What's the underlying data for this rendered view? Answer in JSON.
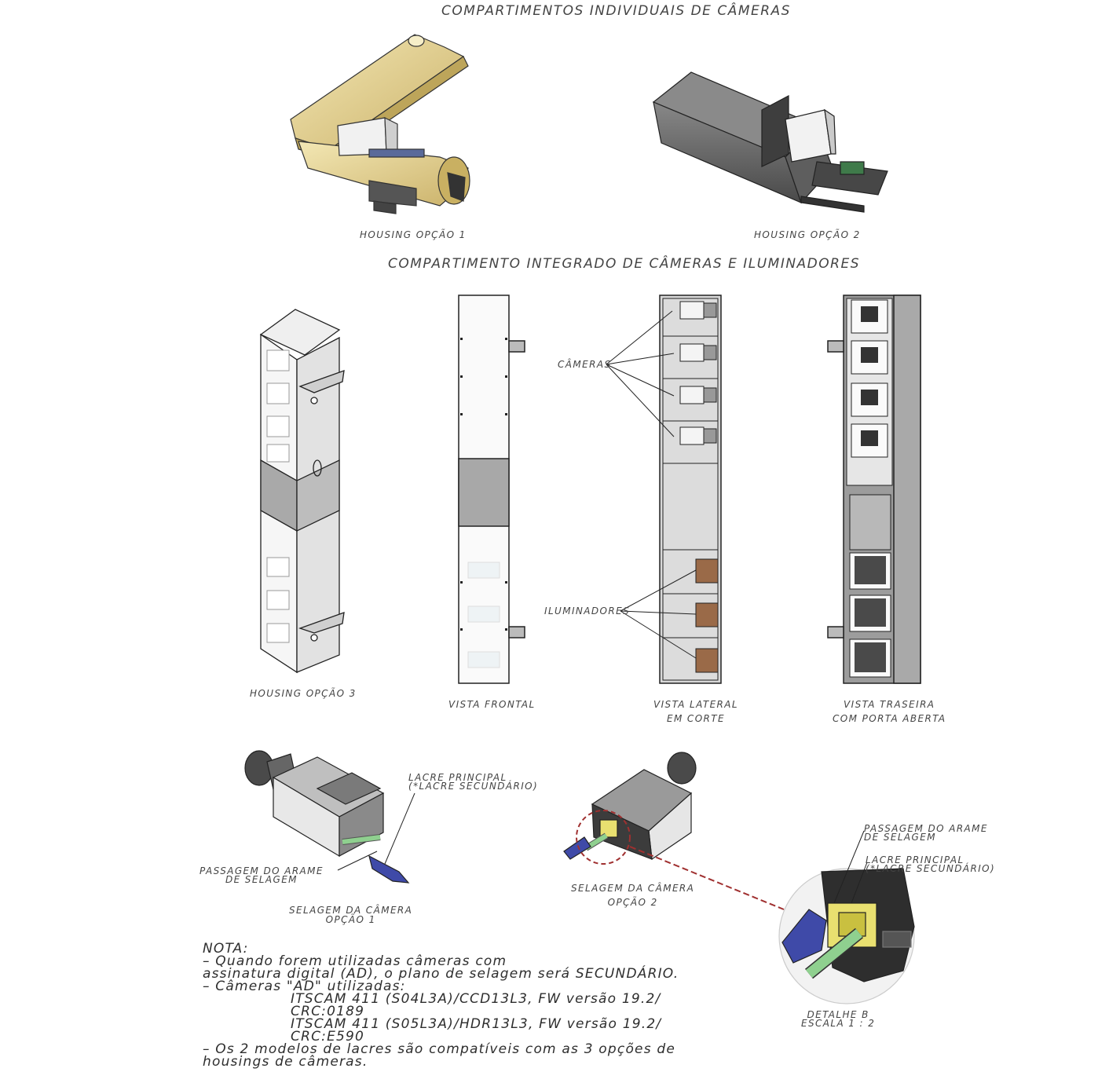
{
  "headings": {
    "individual": "COMPARTIMENTOS INDIVIDUAIS DE CÂMERAS",
    "integrated": "COMPARTIMENTO INTEGRADO DE CÂMERAS E ILUMINADORES"
  },
  "housing_labels": {
    "opt1": "HOUSING OPÇÃO 1",
    "opt2": "HOUSING OPÇÃO 2",
    "opt3": "HOUSING OPÇÃO 3"
  },
  "view_labels": {
    "frontal": "VISTA FRONTAL",
    "lateral_l1": "VISTA LATERAL",
    "lateral_l2": "EM CORTE",
    "traseira_l1": "VISTA TRASEIRA",
    "traseira_l2": "COM PORTA ABERTA"
  },
  "callouts": {
    "cameras": "CÂMERAS",
    "iluminadores": "ILUMINADORES",
    "lacre_l1": "LACRE PRINCIPAL",
    "lacre_l2": "(*LACRE SECUNDÁRIO)",
    "passagem_l1": "PASSAGEM DO ARAME",
    "passagem_l2": "DE SELAGEM",
    "selagem1_l1": "SELAGEM DA CÂMERA",
    "selagem1_l2": "OPÇÃO 1",
    "selagem2_l1": "SELAGEM DA CÂMERA",
    "selagem2_l2": "OPÇÃO 2",
    "det_passagem_l1": "PASSAGEM DO ARAME",
    "det_passagem_l2": "DE SELAGEM",
    "det_lacre_l1": "LACRE PRINCIPAL",
    "det_lacre_l2": "(*LACRE SECUNDÁRIO)",
    "detalhe_l1": "DETALHE B",
    "detalhe_l2": "ESCALA 1 : 2"
  },
  "note": {
    "title": "NOTA:",
    "line1": "– Quando forem utilizadas câmeras com",
    "line2": "assinatura digital (AD), o plano de selagem será SECUNDÁRIO.",
    "line3": "– Câmeras \"AD\" utilizadas:",
    "line4": "ITSCAM 411 (S04L3A)/CCD13L3, FW versão 19.2/",
    "line5": "CRC:0189",
    "line6": "ITSCAM 411 (S05L3A)/HDR13L3, FW versão 19.2/",
    "line7": "CRC:E590",
    "line8": "– Os 2 modelos de lacres são compatíveis com as 3 opções de",
    "line9": "housings de câmeras."
  },
  "colors": {
    "housing1": "#e8d690",
    "housing2": "#6a6a6a",
    "illuminator": "#9a6a48",
    "lacre": "#3f4aa8",
    "wire": "#8fd08f",
    "seal_yellow": "#e9e070",
    "detail_circle": "#a03030"
  }
}
